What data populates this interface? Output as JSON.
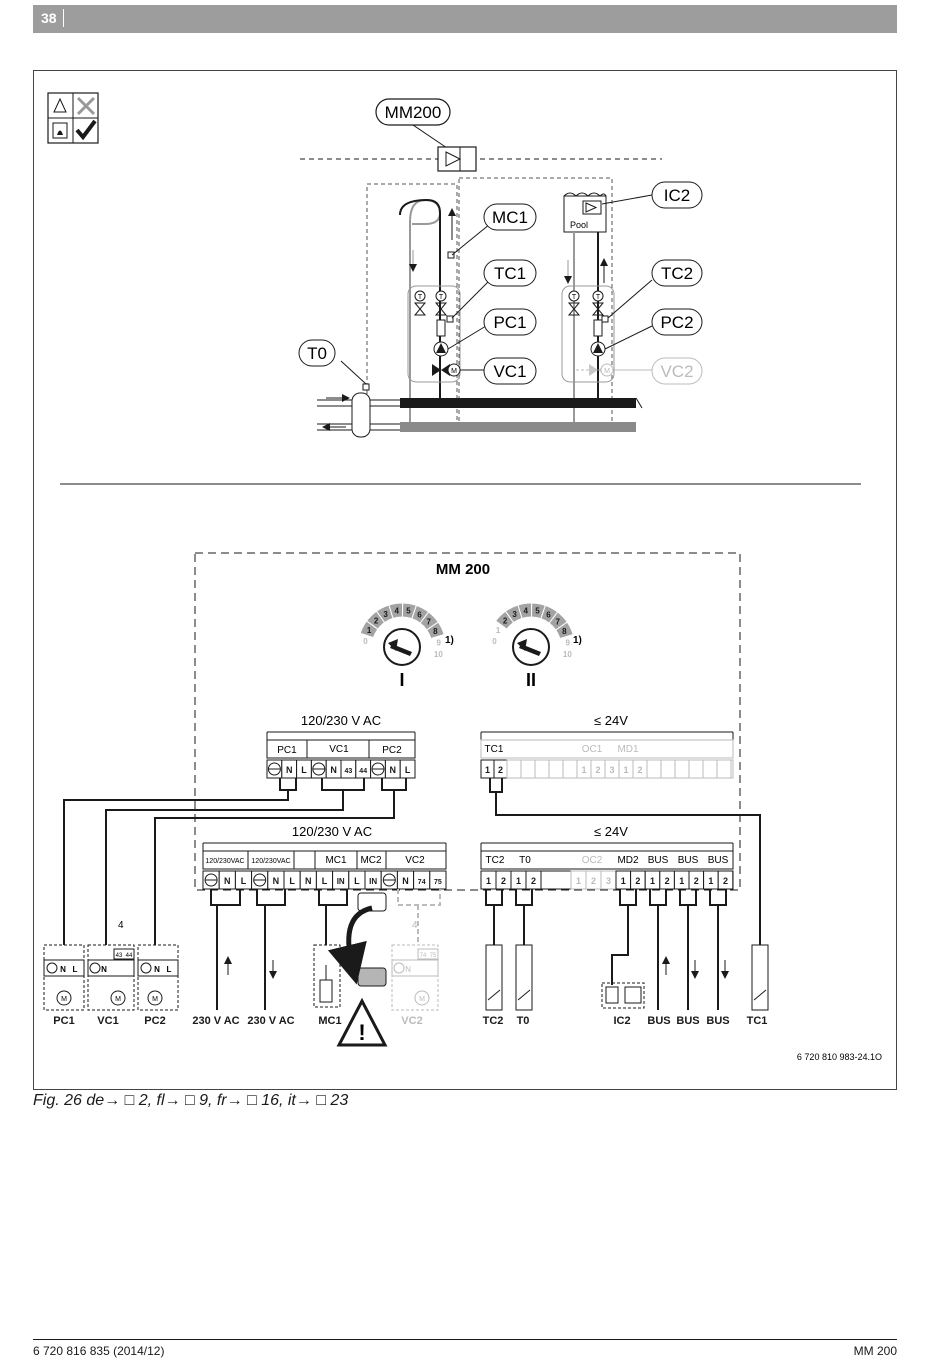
{
  "header": {
    "page_number": "38"
  },
  "hydraulic": {
    "module": "MM200",
    "circuits": {
      "mc1": "MC1",
      "tc1": "TC1",
      "pc1": "PC1",
      "vc1": "VC1",
      "ic2": "IC2",
      "tc2": "TC2",
      "pc2": "PC2",
      "vc2": "VC2",
      "t0": "T0"
    },
    "pool": "Pool",
    "temp_symbol": "T",
    "motor_symbol": "M"
  },
  "wiring": {
    "module_title": "MM 200",
    "dial_1": {
      "roman": "I",
      "footnote": "1)"
    },
    "dial_2": {
      "roman": "II",
      "footnote": "1)"
    },
    "dial_numbers": [
      "0",
      "1",
      "2",
      "3",
      "4",
      "5",
      "6",
      "7",
      "8",
      "9",
      "10"
    ],
    "upper_voltage": "120/230 V AC",
    "upper_low_voltage": "≤ 24V",
    "lower_voltage": "120/230 V AC",
    "lower_low_voltage": "≤ 24V",
    "upper_left_groups": [
      "PC1",
      "VC1",
      "PC2"
    ],
    "upper_right_groups": [
      "TC1",
      "OC1",
      "MD1"
    ],
    "lower_left_groups": [
      "120/230VAC",
      "120/230VAC",
      "MC1",
      "MC2",
      "VC2"
    ],
    "lower_right_groups": [
      "TC2",
      "T0",
      "OC2",
      "MD2",
      "BUS",
      "BUS",
      "BUS"
    ],
    "terminals": {
      "N": "N",
      "L": "L",
      "IN": "IN",
      "t43": "43",
      "t44": "44",
      "t74": "74",
      "t75": "75",
      "t1": "1",
      "t2": "2",
      "t3": "3"
    },
    "wire_count": "4",
    "bottom_labels": [
      "PC1",
      "VC1",
      "PC2",
      "230 V AC",
      "230 V AC",
      "MC1",
      "VC2",
      "TC2",
      "T0",
      "IC2",
      "BUS",
      "BUS",
      "BUS",
      "TC1"
    ],
    "part_number": "6 720 810 983-24.1O"
  },
  "caption": {
    "fig": "Fig. 26",
    "text": "de→ □ 2, fl→ □ 9, fr→ □ 16, it→ □ 23"
  },
  "footer": {
    "left": "6 720 816 835 (2014/12)",
    "right": "MM 200"
  },
  "colors": {
    "header": "#9d9d9d",
    "line": "#1a1a1a",
    "faded": "#bdbdbd",
    "pipe_return": "#8a8a8a",
    "dial_shade": "#a3a3a3"
  }
}
